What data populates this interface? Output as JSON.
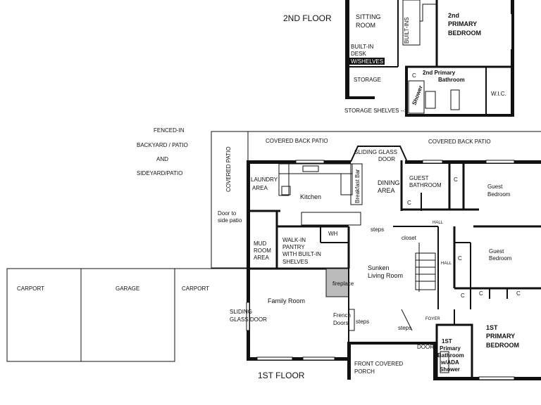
{
  "floors": {
    "second": "2ND FLOOR",
    "first": "1ST FLOOR"
  },
  "second_floor": {
    "sitting_room": [
      "SITTING",
      "ROOM"
    ],
    "built_ins": "BUILT-INS",
    "primary_bedroom": [
      "2nd",
      "PRIMARY",
      "BEDROOM"
    ],
    "built_in_desk": [
      "BUILT-IN",
      "DESK",
      "W/SHELVES"
    ],
    "storage": "STORAGE",
    "closet_c": "C",
    "primary_bath": [
      "2nd Primary",
      "Bathroom"
    ],
    "wic": "W.I.C.",
    "shower": "Shower",
    "storage_shelves": "STORAGE SHELVES -->"
  },
  "yard": {
    "line1": "FENCED-IN",
    "line2": "BACKYARD / PATIO",
    "line3": "AND",
    "line4": "SIDEYARD/PATIO"
  },
  "first_floor": {
    "covered_patio_side": "COVERED PATIO",
    "covered_back_patio_left": "COVERED BACK PATIO",
    "covered_back_patio_right": "COVERED BACK PATIO",
    "sliding_glass_door_top": [
      "SLIDING GLASS",
      "DOOR"
    ],
    "laundry": [
      "LAUNDRY",
      "AREA"
    ],
    "kitchen": "Kitchen",
    "breakfast_bar": "Breakfast Bar",
    "dining": [
      "DINING",
      "AREA"
    ],
    "guest_bath": [
      "GUEST",
      "BATHROOM"
    ],
    "closet_c1": "C",
    "closet_c2": "C",
    "guest_bedroom_1": [
      "Guest",
      "Bedroom"
    ],
    "door_to_side_patio": [
      "Door to",
      "side patio"
    ],
    "hall_top": "HALL",
    "wh": "WH",
    "steps_top": "steps",
    "closet": "closet",
    "mud_room": [
      "MUD",
      "ROOM",
      "AREA"
    ],
    "pantry": [
      "WALK-IN",
      "PANTRY",
      "WITH BUILT-IN",
      "SHELVES"
    ],
    "closet_c3": "C",
    "guest_bedroom_2": [
      "Guest",
      "Bedroom"
    ],
    "hall_mid": "HALL",
    "sunken_living": [
      "Sunken",
      "Living Room"
    ],
    "fireplace": "fireplace",
    "carport_left": "CARPORT",
    "garage": "GARAGE",
    "carport_right": "CARPORT",
    "family_room": "Family Room",
    "closet_c4": "C",
    "closet_c5": "C",
    "closet_c6": "C",
    "sliding_glass_door_left": [
      "SLIDING",
      "GLASS DOOR"
    ],
    "french_doors": [
      "French",
      "Doors"
    ],
    "steps_mid": "steps",
    "steps_right": "steps",
    "foyer": "FOYER",
    "primary_bedroom": [
      "1ST",
      "PRIMARY",
      "BEDROOM"
    ],
    "door": "DOOR",
    "primary_bath": [
      "1ST",
      "Primary",
      "Bathroom",
      "w/ADA",
      "Shower"
    ],
    "front_porch": [
      "FRONT COVERED",
      "PORCH"
    ]
  }
}
